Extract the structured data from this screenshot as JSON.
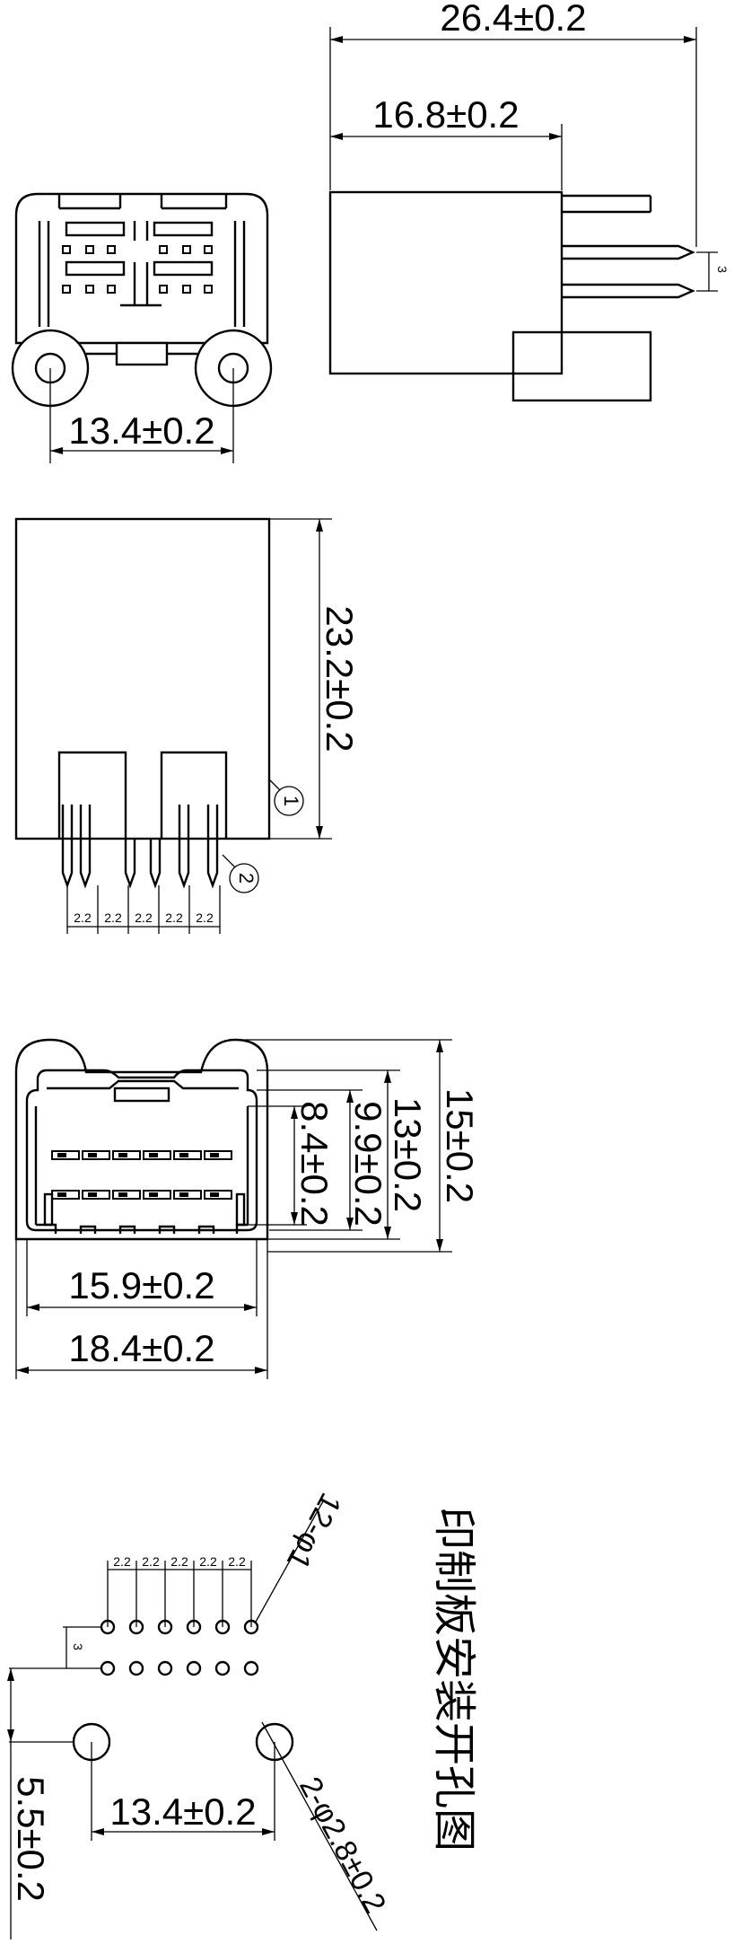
{
  "side_view": {
    "overall_length": "26.4±0.2",
    "body_length": "16.8±0.2",
    "pin_spacing": "3"
  },
  "front_view": {
    "mount_hole_spacing": "13.4±0.2"
  },
  "top_view": {
    "height": "23.2±0.2",
    "callout_1": "1",
    "callout_2": "2",
    "pitch_labels": [
      "2.2",
      "2.2",
      "2.2",
      "2.2",
      "2.2"
    ]
  },
  "port_view": {
    "height_outer": "15±0.2",
    "height_body": "13±0.2",
    "height_opening": "9.9±0.2",
    "height_inner": "8.4±0.2",
    "width_inner": "15.9±0.2",
    "width_outer": "18.4±0.2"
  },
  "pcb_layout": {
    "title": "印制板安装开孔图",
    "pitch_labels": [
      "2.2",
      "2.2",
      "2.2",
      "2.2",
      "2.2"
    ],
    "row_spacing": "3",
    "pin_holes": "12-φ1",
    "mount_holes": "2-φ2.8±0.2",
    "mount_hole_spacing": "13.4±0.2",
    "offset": "5.5±0.2"
  }
}
